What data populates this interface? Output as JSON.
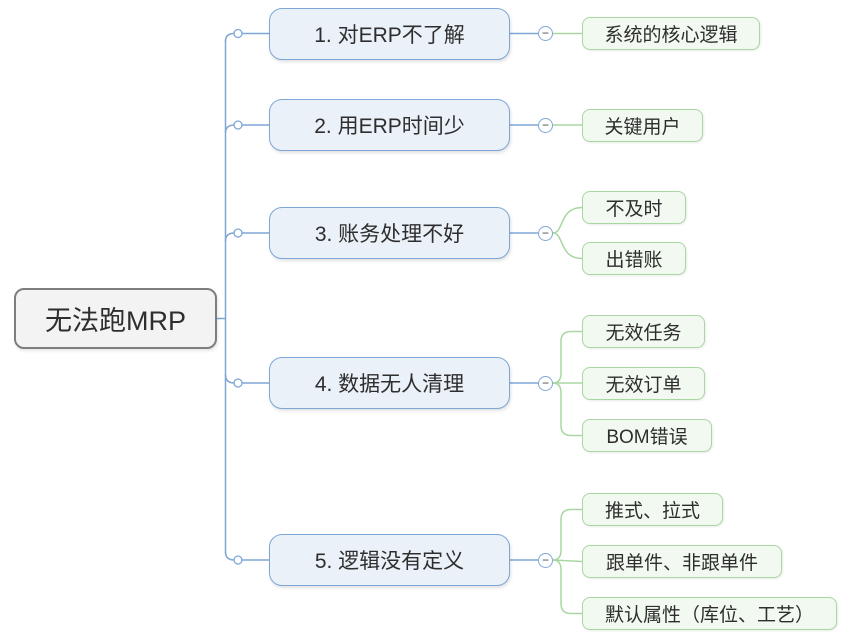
{
  "mindmap": {
    "root": {
      "label": "无法跑MRP"
    },
    "branches": [
      {
        "label": "1. 对ERP不了解",
        "children": [
          {
            "label": "系统的核心逻辑"
          }
        ]
      },
      {
        "label": "2. 用ERP时间少",
        "children": [
          {
            "label": "关键用户"
          }
        ]
      },
      {
        "label": "3. 账务处理不好",
        "children": [
          {
            "label": "不及时"
          },
          {
            "label": "出错账"
          }
        ]
      },
      {
        "label": "4. 数据无人清理",
        "children": [
          {
            "label": "无效任务"
          },
          {
            "label": "无效订单"
          },
          {
            "label": "BOM错误"
          }
        ]
      },
      {
        "label": "5. 逻辑没有定义",
        "children": [
          {
            "label": "推式、拉式"
          },
          {
            "label": "跟单件、非跟单件"
          },
          {
            "label": "默认属性（库位、工艺）"
          }
        ]
      }
    ]
  },
  "ui": {
    "collapse_glyph": "−"
  },
  "colors": {
    "branch_border": "#7FA7D6",
    "branch_fill": "#EAF1F9",
    "child_border": "#A9D7A2",
    "child_fill": "#F2F9F0",
    "root_border": "#7E7E7E",
    "root_fill": "#F3F3F3",
    "text": "#2E2E2E"
  }
}
